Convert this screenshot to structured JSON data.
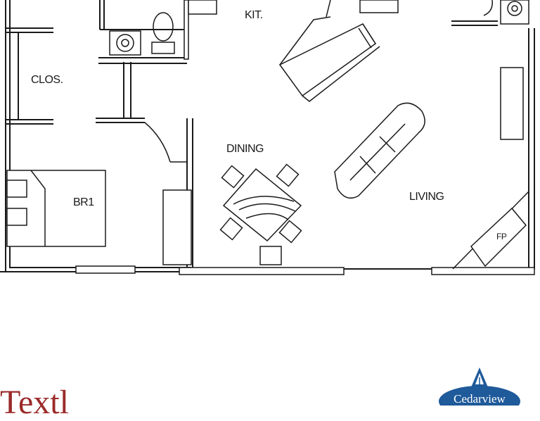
{
  "plan": {
    "rooms": {
      "kitchen": "KIT.",
      "closet": "CLOS.",
      "dining": "DINING",
      "bedroom": "BR1",
      "living": "LIVING",
      "fireplace": "FP"
    }
  },
  "footer": {
    "brand_word": "Textl",
    "logo_text": "Cedarview"
  },
  "colors": {
    "line": "#1a1a1a",
    "brand_red": "#9b2a2a",
    "logo_blue": "#1f5a9a"
  }
}
